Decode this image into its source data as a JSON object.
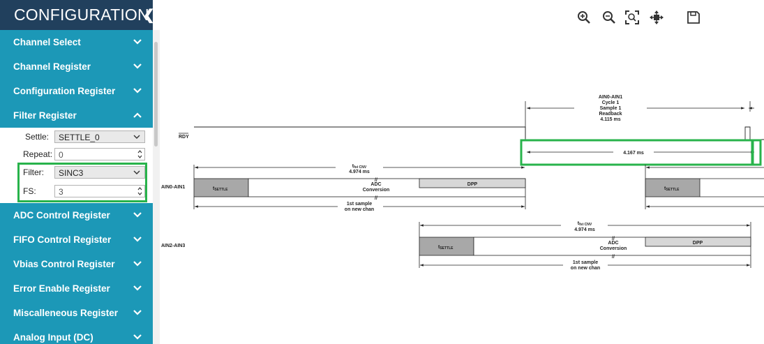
{
  "sidebar": {
    "title": "CONFIGURATION",
    "collapse_icon": "chevron-left-icon",
    "sections": [
      {
        "label": "Channel Select",
        "expanded": false
      },
      {
        "label": "Channel Register",
        "expanded": false
      },
      {
        "label": "Configuration Register",
        "expanded": false
      },
      {
        "label": "Filter Register",
        "expanded": true
      },
      {
        "label": "ADC Control Register",
        "expanded": false
      },
      {
        "label": "FIFO Control Register",
        "expanded": false
      },
      {
        "label": "Vbias Control Register",
        "expanded": false
      },
      {
        "label": "Error Enable Register",
        "expanded": false
      },
      {
        "label": "Miscalleneous Register",
        "expanded": false
      },
      {
        "label": "Analog Input (DC)",
        "expanded": false
      }
    ],
    "filter_register": {
      "settle_label": "Settle:",
      "settle_value": "SETTLE_0",
      "repeat_label": "Repeat:",
      "repeat_value": "0",
      "filter_label": "Filter:",
      "filter_value": "SINC3",
      "fs_label": "FS:",
      "fs_value": "3"
    }
  },
  "toolbar": {
    "icons": [
      "zoom-in-icon",
      "zoom-out-icon",
      "zoom-fit-icon",
      "pan-icon",
      "save-icon"
    ]
  },
  "timing": {
    "rdy_label": "RDY",
    "ch1_label": "AIN0-AIN1",
    "ch2_label": "AIN2-AIN3",
    "cycle_line1": "AIN0-AIN1",
    "cycle_line2": "Cycle 1",
    "cycle_line3": "Sample 1",
    "cycle_line4": "Readback",
    "cycle_time": "4.115 ms",
    "period_time": "4.167 ms",
    "tfst_main": "t",
    "tfst_sub": "fst CNV",
    "conv_time": "4.974 ms",
    "tsettle_main": "t",
    "tsettle_sub": "SETTLE",
    "adc_line1": "ADC",
    "adc_line2": "Conversion",
    "dpp_label": "DPP",
    "first_sample_line1": "1st sample",
    "first_sample_line2": "on new chan",
    "highlight_color": "#28b34b"
  }
}
